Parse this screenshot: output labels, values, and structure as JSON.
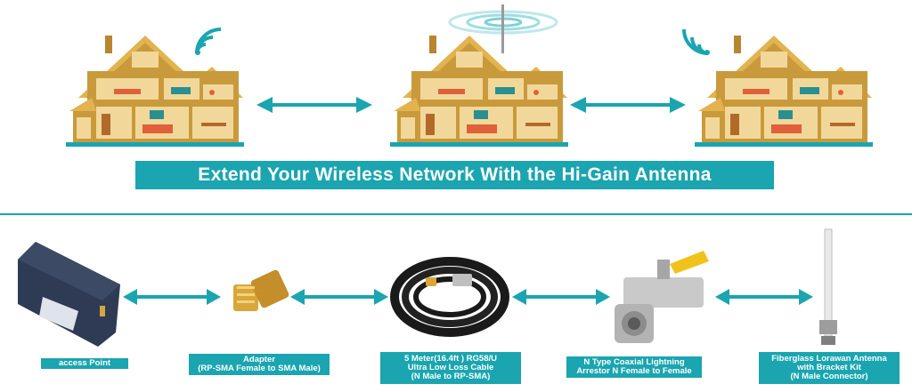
{
  "banner": {
    "title": "Extend Your Wireless Network With the Hi-Gain Antenna"
  },
  "colors": {
    "accent": "#1aa5b0",
    "house_wall": "#c99a3c",
    "roof": "#e2b34f",
    "room_bg": "#f1d89a",
    "signal": "#1aa5b0"
  },
  "icons": [
    "house-icon",
    "wifi-signal-icon",
    "double-arrow-icon",
    "antenna-icon"
  ],
  "products": {
    "access_point": {
      "lines": [
        "access Point"
      ]
    },
    "adapter": {
      "lines": [
        "Adapter",
        "(RP-SMA Female to SMA Male)"
      ]
    },
    "cable": {
      "lines": [
        "5 Meter(16.4ft ) RG58/U",
        "Ultra Low Loss Cable",
        "(N Male to RP-SMA)"
      ]
    },
    "arrestor": {
      "lines": [
        "N Type Coaxial Lightning",
        "Arrestor N Female to Female"
      ]
    },
    "antenna": {
      "lines": [
        "Fiberglass Lorawan Antenna",
        "with Bracket Kit",
        "(N Male Connector)"
      ]
    }
  }
}
